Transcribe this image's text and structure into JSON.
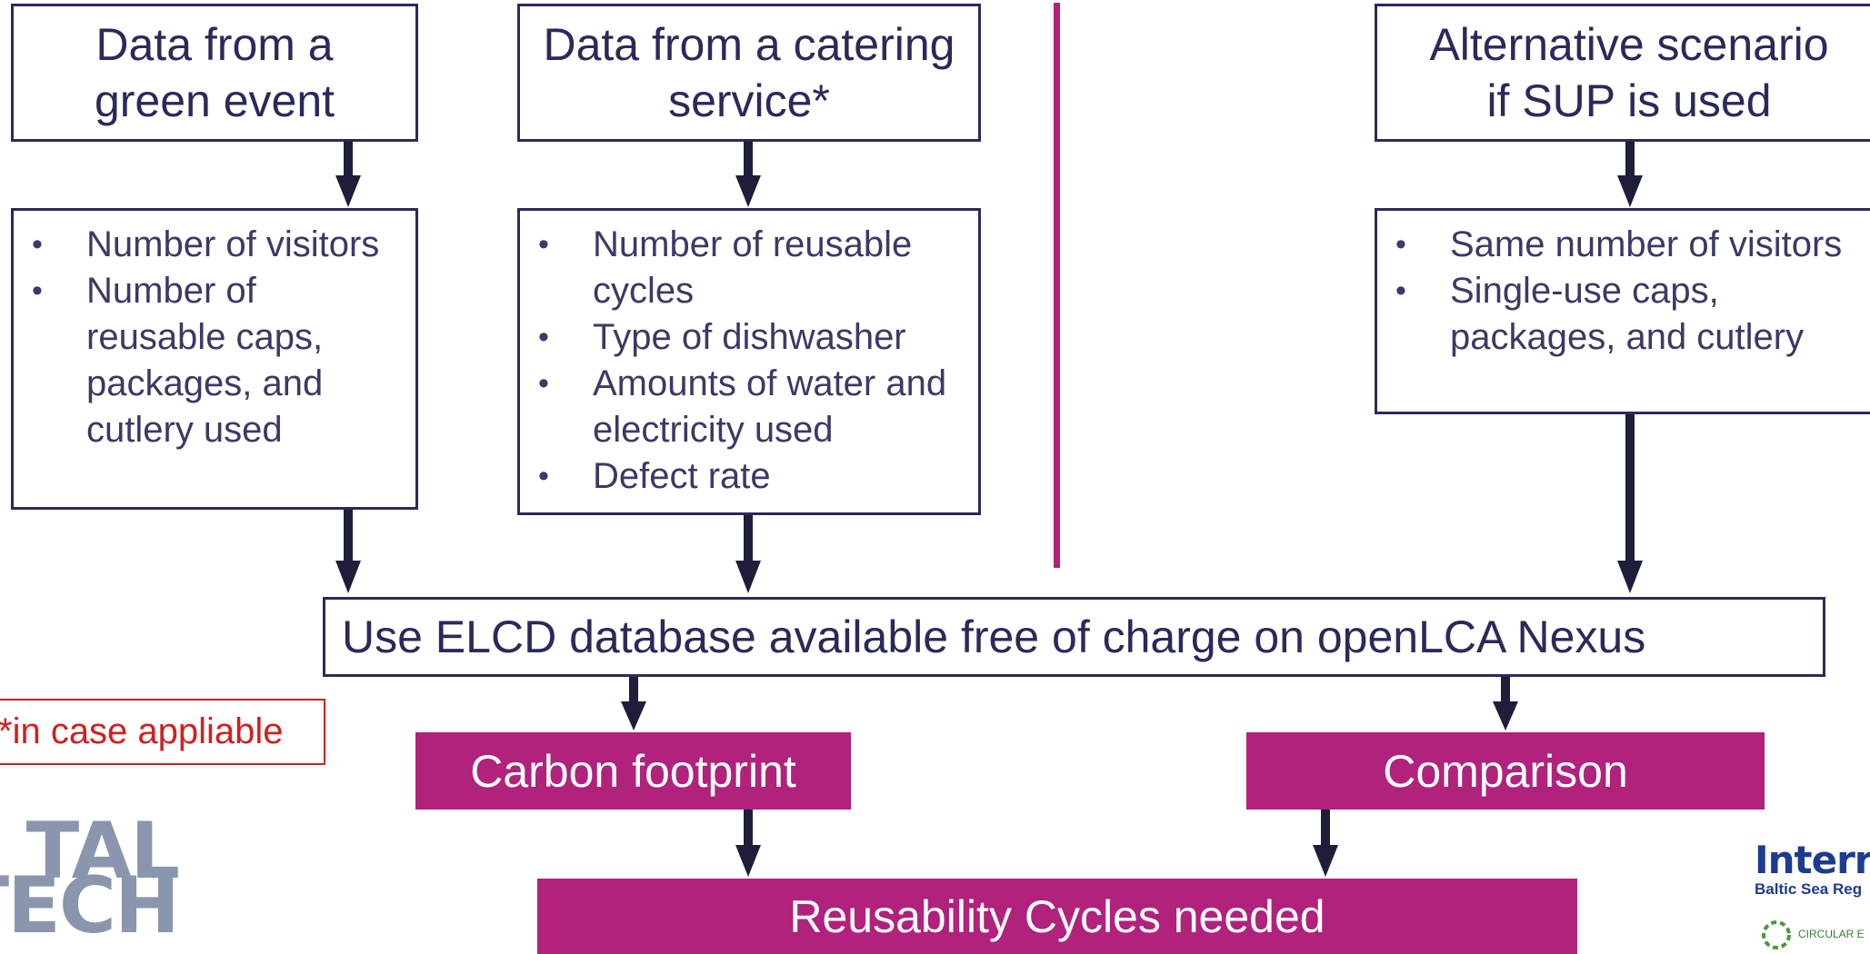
{
  "boxes": {
    "green_event": {
      "title_lines": [
        "Data from a",
        "green event"
      ],
      "items": [
        "Number of visitors",
        "Number of reusable caps, packages, and cutlery used"
      ]
    },
    "catering": {
      "title_lines": [
        "Data from a catering",
        "service*"
      ],
      "items": [
        "Number of reusable cycles",
        "Type of dishwasher",
        "Amounts of water and electricity used",
        "Defect rate"
      ]
    },
    "sup": {
      "title_lines": [
        "Alternative scenario",
        "if SUP is used"
      ],
      "items": [
        "Same number of visitors",
        "Single-use caps, packages, and cutlery"
      ]
    }
  },
  "database": "Use ELCD database available free of charge on openLCA Nexus",
  "outputs": {
    "carbon": "Carbon footprint",
    "comparison": "Comparison",
    "cycles": "Reusability Cycles needed"
  },
  "note": "*in case appliable",
  "logos": {
    "left": [
      "TAL",
      "TECH"
    ],
    "right_big": "Interre",
    "right_small": "Baltic Sea Reg",
    "right_circular": "CIRCULAR E"
  },
  "colors": {
    "navy": "#2b2a5c",
    "magenta": "#b0227c",
    "red": "#d02020"
  }
}
